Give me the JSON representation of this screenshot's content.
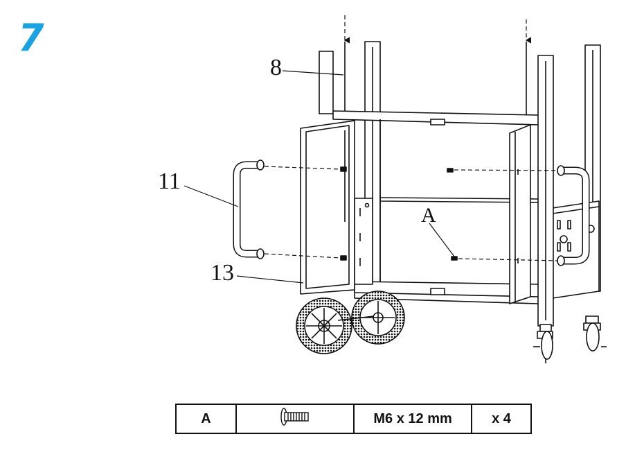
{
  "step_number": "7",
  "callouts": {
    "upright": "8",
    "handle": "11",
    "door": "13",
    "bolt": "A"
  },
  "hardware": {
    "id": "A",
    "icon": "bolt-icon",
    "spec": "M6 x 12 mm",
    "quantity": "x 4"
  },
  "colors": {
    "step_number": "#1aa3e0",
    "line_art": "#111111"
  }
}
